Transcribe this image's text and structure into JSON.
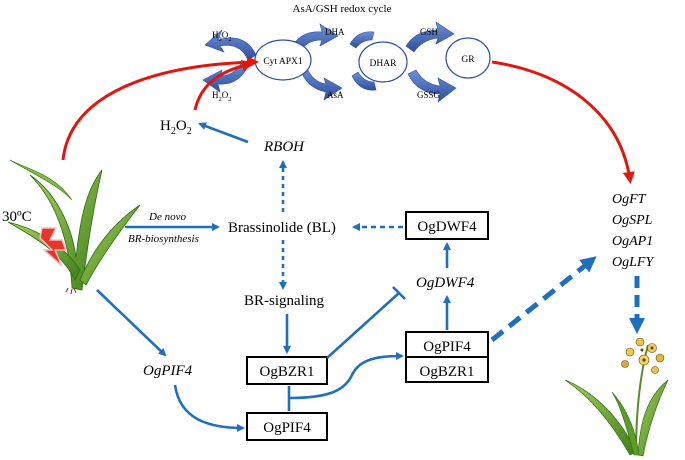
{
  "cycle": {
    "title": "AsA/GSH redox cycle",
    "enzymes": [
      "Cyt APX1",
      "DHAR",
      "GR"
    ],
    "h2o2_top": "H",
    "h2o2_top_sub": "2",
    "h2o2_top_o": "O",
    "h2o2_top_sub2": "2",
    "h2o2_bot": "H",
    "h2o2_bot_sub": "2",
    "h2o2_bot_o": "O",
    "h2o2_bot_sub2": "2",
    "dha": "DHA",
    "asa": "AsA",
    "gsh": "GSH",
    "gssg": "GSSG"
  },
  "labels": {
    "h2o2": "H",
    "h2o2_sub": "2",
    "h2o2_o": "O",
    "h2o2_sub2": "2",
    "rboh": "RBOH",
    "temperature": "30ºC",
    "de_novo": "De novo",
    "br_biosynthesis": "BR-biosynthesis",
    "brassinolide": "Brassinolide (BL)",
    "br_signaling": "BR-signaling",
    "ogdwf4_protein": "OgDWF4",
    "ogdwf4_gene": "OgDWF4",
    "ogpif4_gene": "OgPIF4",
    "ogbzr1": "OgBZR1",
    "ogpif4_protein": "OgPIF4",
    "complex_pif4": "OgPIF4",
    "complex_bzr1": "OgBZR1"
  },
  "flowering_genes": [
    "OgFT",
    "OgSPL",
    "OgAP1",
    "OgLFY"
  ],
  "colors": {
    "blue": "#1f6fbf",
    "red": "#e3150f",
    "cycle_arrow": "#3f63b5",
    "leaf": "#63a52c"
  }
}
